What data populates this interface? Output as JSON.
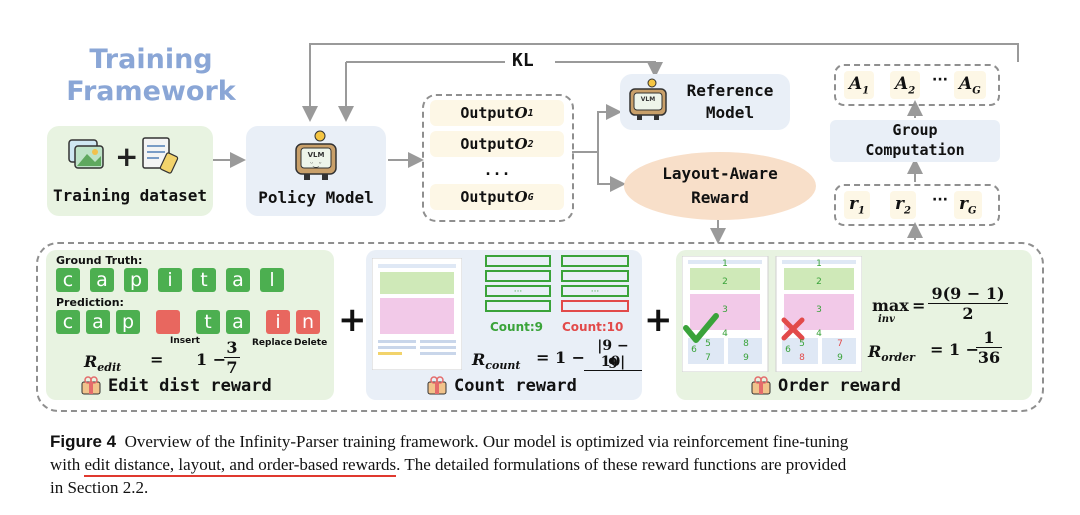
{
  "title": "Training Framework",
  "training_dataset": "Training dataset",
  "policy_model": "Policy Model",
  "vlm_badge": "VLM",
  "kl": "KL",
  "outputs": [
    {
      "label": "Output ",
      "sym": "O",
      "sub": "1"
    },
    {
      "label": "Output ",
      "sym": "O",
      "sub": "2"
    },
    {
      "label": "...",
      "sym": "",
      "sub": ""
    },
    {
      "label": "Output ",
      "sym": "O",
      "sub": "G"
    }
  ],
  "reference_model": "Reference Model",
  "layout_reward": "Layout-Aware Reward",
  "group_computation": "Group Computation",
  "advantages": [
    "A",
    "1",
    "A",
    "2",
    "···",
    "A",
    "G"
  ],
  "rewards_row": [
    "r",
    "1",
    "r",
    "2",
    "···",
    "r",
    "G"
  ],
  "edit_panel": {
    "ground_truth_label": "Ground Truth:",
    "gt_letters": [
      "c",
      "a",
      "p",
      "i",
      "t",
      "a",
      "l"
    ],
    "prediction_label": "Prediction:",
    "pred_letters": [
      "c",
      "a",
      "p",
      "",
      "t",
      "a",
      "i",
      "n"
    ],
    "insert_label": "Insert",
    "replace_label": "Replace",
    "delete_label": "Delete",
    "formula_lhs": "R",
    "formula_sub": "edit",
    "formula_eq": "=",
    "formula_one_minus": "1 −",
    "formula_num": "3",
    "formula_den": "7",
    "footer": "Edit dist reward"
  },
  "count_panel": {
    "count_green": "Count:9",
    "count_red": "Count:10",
    "dots": "···",
    "formula_lhs": "R",
    "formula_sub": "count",
    "formula_rhs": "= 1 −",
    "formula_num": "|9 − 10|",
    "formula_den": "9",
    "footer": "Count reward"
  },
  "order_panel": {
    "max_label": "max",
    "max_sub": "inv",
    "max_eq": "=",
    "max_num": "9(9 − 1)",
    "max_den": "2",
    "formula_lhs": "R",
    "formula_sub": "order",
    "formula_rhs": "= 1 −",
    "formula_num": "1",
    "formula_den": "36",
    "footer": "Order reward",
    "left_numbers": [
      "1",
      "2",
      "3",
      "4",
      "5",
      "6",
      "7",
      "8",
      "9"
    ],
    "right_numbers": [
      "1",
      "2",
      "3",
      "4",
      "5",
      "6",
      "7",
      "8",
      "9"
    ]
  },
  "plus": "+",
  "caption": {
    "figure_label": "Figure 4",
    "line1": "Overview of the Infinity-Parser training framework. Our model is optimized via reinforcement fine-tuning",
    "line2_pre": "with ",
    "line2_underlined": "edit distance, layout, and order-based rewards",
    "line2_post": ". The detailed formulations of these reward functions are provided",
    "line3": "in Section 2.2."
  },
  "colors": {
    "green_panel": "#e8f3e1",
    "blue_panel": "#e9eff7",
    "output_bg": "#fdf7e6",
    "reward_oval": "#f8dfc9",
    "tile_green": "#4caf50",
    "tile_red": "#e8675f",
    "title_blue": "#8aa6d6",
    "underline_red": "#e0392f"
  }
}
